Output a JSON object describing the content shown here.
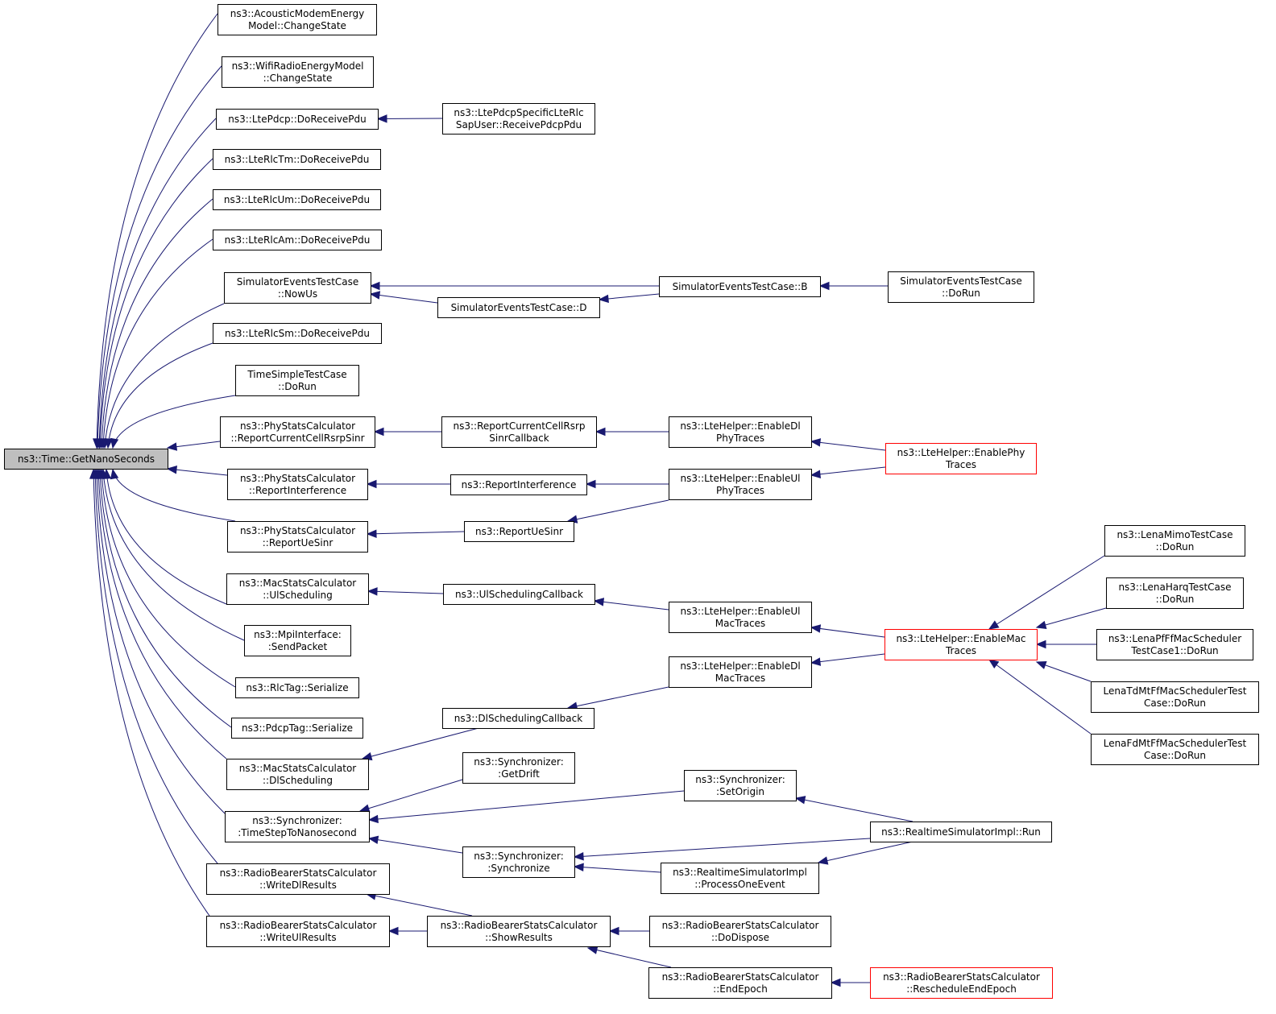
{
  "colors": {
    "edge": "#191970",
    "root_fill": "#bfbfbf",
    "highlight_border": "#ff0000"
  },
  "nodes": {
    "root": [
      "ns3::Time::GetNanoSeconds"
    ],
    "acoustic": [
      "ns3::AcousticModemEnergy",
      "Model::ChangeState"
    ],
    "wifi": [
      "ns3::WifiRadioEnergyModel",
      "::ChangeState"
    ],
    "ltepdcp": [
      "ns3::LtePdcp::DoReceivePdu"
    ],
    "pdcpsap": [
      "ns3::LtePdcpSpecificLteRlc",
      "SapUser::ReceivePdcpPdu"
    ],
    "rlctm": [
      "ns3::LteRlcTm::DoReceivePdu"
    ],
    "rlcum": [
      "ns3::LteRlcUm::DoReceivePdu"
    ],
    "rlcam": [
      "ns3::LteRlcAm::DoReceivePdu"
    ],
    "nowus": [
      "SimulatorEventsTestCase",
      "::NowUs"
    ],
    "sed": [
      "SimulatorEventsTestCase::D"
    ],
    "seb": [
      "SimulatorEventsTestCase::B"
    ],
    "sedorun": [
      "SimulatorEventsTestCase",
      "::DoRun"
    ],
    "rlcsm": [
      "ns3::LteRlcSm::DoReceivePdu"
    ],
    "timesimple": [
      "TimeSimpleTestCase",
      "::DoRun"
    ],
    "rccrs": [
      "ns3::PhyStatsCalculator",
      "::ReportCurrentCellRsrpSinr"
    ],
    "rccrscb": [
      "ns3::ReportCurrentCellRsrp",
      "SinrCallback"
    ],
    "enabledlphy": [
      "ns3::LteHelper::EnableDl",
      "PhyTraces"
    ],
    "enablephy": [
      "ns3::LteHelper::EnablePhy",
      "Traces"
    ],
    "rinterf": [
      "ns3::PhyStatsCalculator",
      "::ReportInterference"
    ],
    "reportinterf": [
      "ns3::ReportInterference"
    ],
    "enableulphy": [
      "ns3::LteHelper::EnableUl",
      "PhyTraces"
    ],
    "rue": [
      "ns3::PhyStatsCalculator",
      "::ReportUeSinr"
    ],
    "reportue": [
      "ns3::ReportUeSinr"
    ],
    "ulsched": [
      "ns3::MacStatsCalculator",
      "::UlScheduling"
    ],
    "ulschedcb": [
      "ns3::UlSchedulingCallback"
    ],
    "enableulmac": [
      "ns3::LteHelper::EnableUl",
      "MacTraces"
    ],
    "enablemac": [
      "ns3::LteHelper::EnableMac",
      "Traces"
    ],
    "mimo": [
      "ns3::LenaMimoTestCase",
      "::DoRun"
    ],
    "harq": [
      "ns3::LenaHarqTestCase",
      "::DoRun"
    ],
    "pfff": [
      "ns3::LenaPfFfMacScheduler",
      "TestCase1::DoRun"
    ],
    "tdmt": [
      "LenaTdMtFfMacSchedulerTest",
      "Case::DoRun"
    ],
    "fdmt": [
      "LenaFdMtFfMacSchedulerTest",
      "Case::DoRun"
    ],
    "mpi": [
      "ns3::MpiInterface:",
      ":SendPacket"
    ],
    "rlctag": [
      "ns3::RlcTag::Serialize"
    ],
    "pdcptag": [
      "ns3::PdcpTag::Serialize"
    ],
    "enabledlmac": [
      "ns3::LteHelper::EnableDl",
      "MacTraces"
    ],
    "dlschedcb": [
      "ns3::DlSchedulingCallback"
    ],
    "dlsched": [
      "ns3::MacStatsCalculator",
      "::DlScheduling"
    ],
    "getdrift": [
      "ns3::Synchronizer:",
      ":GetDrift"
    ],
    "setorigin": [
      "ns3::Synchronizer:",
      ":SetOrigin"
    ],
    "timestep": [
      "ns3::Synchronizer:",
      ":TimeStepToNanosecond"
    ],
    "rtrun": [
      "ns3::RealtimeSimulatorImpl::Run"
    ],
    "synchronize": [
      "ns3::Synchronizer:",
      ":Synchronize"
    ],
    "processone": [
      "ns3::RealtimeSimulatorImpl",
      "::ProcessOneEvent"
    ],
    "writedl": [
      "ns3::RadioBearerStatsCalculator",
      "::WriteDlResults"
    ],
    "writeul": [
      "ns3::RadioBearerStatsCalculator",
      "::WriteUlResults"
    ],
    "showresults": [
      "ns3::RadioBearerStatsCalculator",
      "::ShowResults"
    ],
    "dodispose": [
      "ns3::RadioBearerStatsCalculator",
      "::DoDispose"
    ],
    "endepoch": [
      "ns3::RadioBearerStatsCalculator",
      "::EndEpoch"
    ],
    "reschedule": [
      "ns3::RadioBearerStatsCalculator",
      "::RescheduleEndEpoch"
    ]
  }
}
